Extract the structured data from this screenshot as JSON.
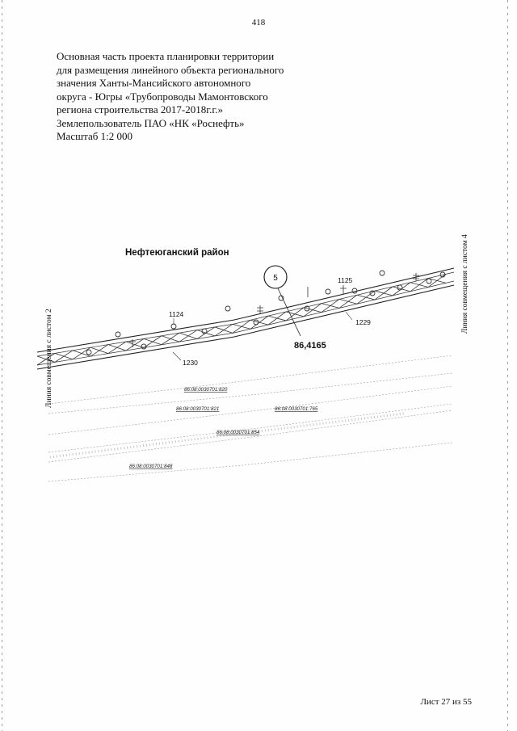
{
  "page_number": "418",
  "title_lines": [
    "Основная часть проекта планировки территории",
    "для размещения линейного объекта регионального",
    "значения Ханты-Мансийского автономного",
    "округа - Югры «Трубопроводы Мамонтовского",
    "региона строительства 2017-2018г.г.»",
    "Землепользователь ПАО «НК «Роснефть»",
    "Масштаб 1:2 000"
  ],
  "map": {
    "district_label": "Нефтеюганский район",
    "sheet_number": "5",
    "cadastral_block": "86,4165",
    "left_match_line": "Линия совмещения с листом 2",
    "right_match_line": "Линия совмещения с листом 4",
    "point_labels": [
      "1124",
      "1125",
      "1229",
      "1230"
    ],
    "parcel_labels": [
      "86:08:0030701:820",
      "86:08:0030701:821",
      "86:08:0030701:765",
      "86:08:0030701:854",
      "86:08:0030701:848"
    ]
  },
  "footer": "Лист 27 из 55"
}
